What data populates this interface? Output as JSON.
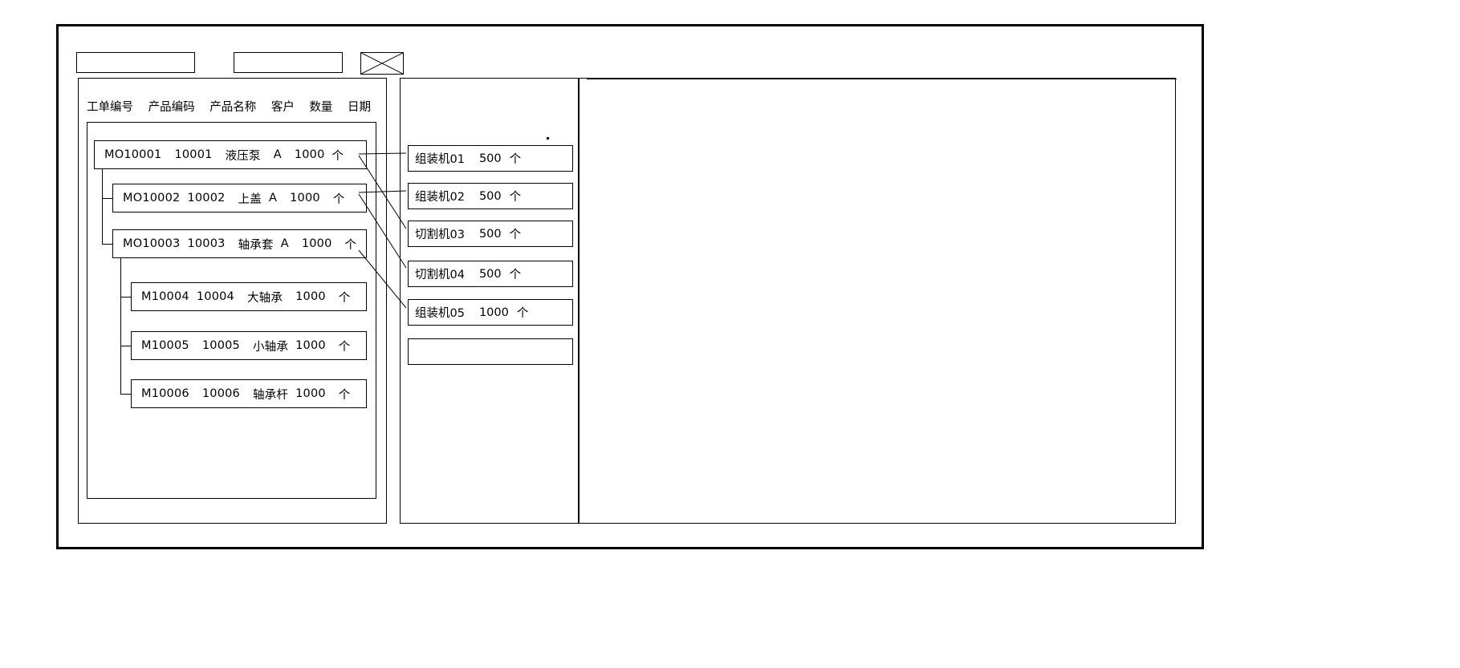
{
  "window": {
    "title": ""
  },
  "toolbar": {
    "field_a_value": "",
    "field_a_placeholder": "",
    "field_b_value": "",
    "field_b_placeholder": "",
    "image_placeholder_name": "crossed-box-image-placeholder"
  },
  "left_panel": {
    "columns": [
      "工单编号",
      "产品编码",
      "产品名称",
      "客户",
      "数量",
      "日期"
    ],
    "nodes": [
      {
        "level": 0,
        "order_no": "MO10001",
        "product_code": "10001",
        "product_name": "液压泵",
        "customer": "A",
        "qty": "1000",
        "unit": "个",
        "date": ""
      },
      {
        "level": 1,
        "order_no": "MO10002",
        "product_code": "10002",
        "product_name": "上盖",
        "customer": "A",
        "qty": "1000",
        "unit": "个",
        "date": ""
      },
      {
        "level": 1,
        "order_no": "MO10003",
        "product_code": "10003",
        "product_name": "轴承套",
        "customer": "A",
        "qty": "1000",
        "unit": "个",
        "date": ""
      },
      {
        "level": 2,
        "order_no": "M10004",
        "product_code": "10004",
        "product_name": "大轴承",
        "customer": "",
        "qty": "1000",
        "unit": "个",
        "date": ""
      },
      {
        "level": 2,
        "order_no": "M10005",
        "product_code": "10005",
        "product_name": "小轴承",
        "customer": "",
        "qty": "1000",
        "unit": "个",
        "date": ""
      },
      {
        "level": 2,
        "order_no": "M10006",
        "product_code": "10006",
        "product_name": "轴承杆",
        "customer": "",
        "qty": "1000",
        "unit": "个",
        "date": ""
      }
    ]
  },
  "middle_panel": {
    "machines": [
      {
        "name": "组装机01",
        "qty": "500",
        "unit": "个"
      },
      {
        "name": "组装机02",
        "qty": "500",
        "unit": "个"
      },
      {
        "name": "切割机03",
        "qty": "500",
        "unit": "个"
      },
      {
        "name": "切割机04",
        "qty": "500",
        "unit": "个"
      },
      {
        "name": "组装机05",
        "qty": "1000",
        "unit": "个"
      },
      {
        "name": "",
        "qty": "",
        "unit": ""
      }
    ]
  },
  "right_panel": {
    "header_text": "",
    "body_text": ""
  },
  "colors": {
    "stroke": "#000000",
    "background": "#ffffff"
  }
}
